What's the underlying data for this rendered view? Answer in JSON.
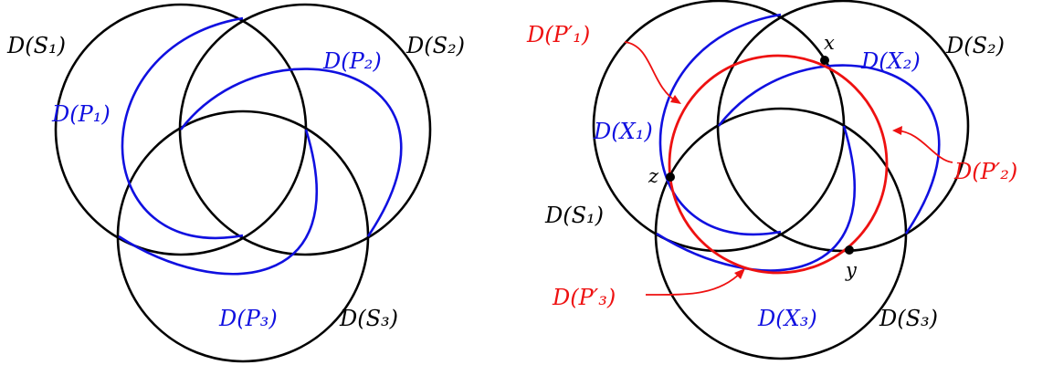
{
  "colors": {
    "black": "#000000",
    "blue": "#1010e0",
    "red": "#ee1111"
  },
  "left_figure": {
    "labels": {
      "S1": "D(S₁)",
      "S2": "D(S₂)",
      "S3": "D(S₃)",
      "P1": "D(P₁)",
      "P2": "D(P₂)",
      "P3": "D(P₃)"
    }
  },
  "right_figure": {
    "labels": {
      "S1": "D(S₁)",
      "S2": "D(S₂)",
      "S3": "D(S₃)",
      "X1": "D(X₁)",
      "X2": "D(X₂)",
      "X3": "D(X₃)",
      "P1p": "D(P′₁)",
      "P2p": "D(P′₂)",
      "P3p": "D(P′₃)"
    },
    "points": {
      "x": "x",
      "y": "y",
      "z": "z"
    }
  }
}
